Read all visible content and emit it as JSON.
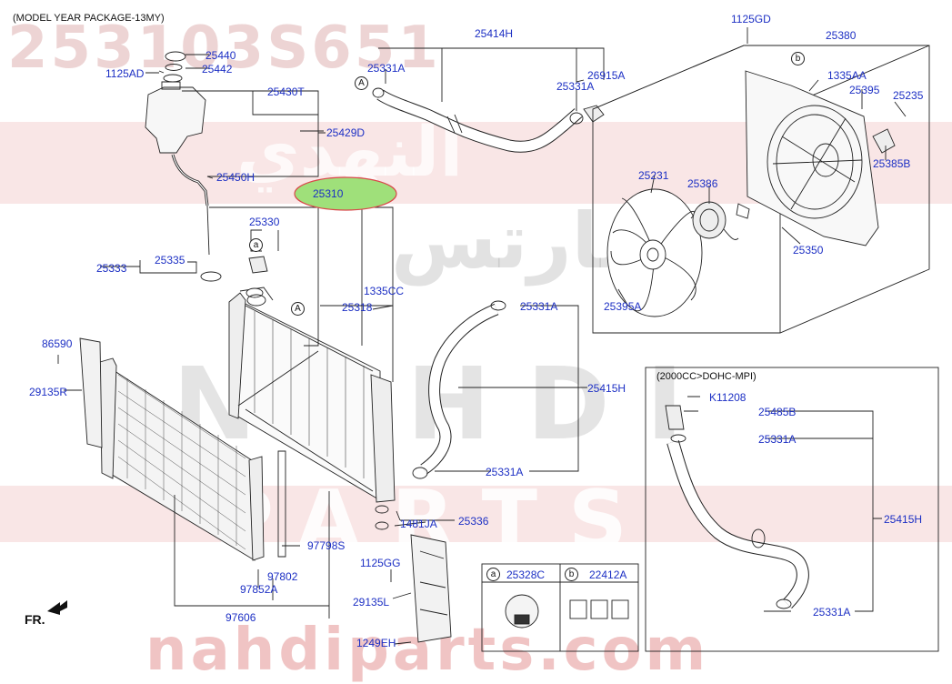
{
  "header": {
    "package_note": "(MODEL YEAR PACKAGE-13MY)"
  },
  "watermark": {
    "part_number": "253103S651",
    "brand_middle": "NAHDI",
    "brand_lower": "PARTS",
    "brand_bottom": "nahdiparts.com",
    "arabic_line1": "النهدي",
    "arabic_line2": "بارتس"
  },
  "fr_label": "FR.",
  "labels": {
    "p25440": "25440",
    "p25442": "25442",
    "p1125AD": "1125AD",
    "p25430T": "25430T",
    "p25429D": "25429D",
    "p25450H": "25450H",
    "p25414H": "25414H",
    "p25331A_1": "25331A",
    "p25331A_2": "25331A",
    "p26915A": "26915A",
    "p1125GD": "1125GD",
    "p25380": "25380",
    "p1335AA": "1335AA",
    "p25395": "25395",
    "p25235": "25235",
    "p25385B": "25385B",
    "p25231": "25231",
    "p25386": "25386",
    "p25350": "25350",
    "p25395A": "25395A",
    "p25310": "25310",
    "p25330": "25330",
    "p25335": "25335",
    "p25333": "25333",
    "p1335CC": "1335CC",
    "p25318": "25318",
    "p25331A_3": "25331A",
    "p25415H_1": "25415H",
    "p25331A_4": "25331A",
    "p86590": "86590",
    "p29135R": "29135R",
    "p25336": "25336",
    "p1481JA": "1481JA",
    "p97798S": "97798S",
    "p1125GG": "1125GG",
    "p97802": "97802",
    "p97852A": "97852A",
    "p29135L": "29135L",
    "p97606": "97606",
    "p1249EH": "1249EH",
    "p25328C": "25328C",
    "p22412A": "22412A",
    "inset_title": "(2000CC>DOHC-MPI)",
    "pK11208": "K11208",
    "p25485B": "25485B",
    "p25331A_5": "25331A",
    "p25415H_2": "25415H",
    "p25331A_6": "25331A"
  },
  "markers": {
    "a": "a",
    "b": "b",
    "A": "A"
  },
  "colors": {
    "part_number_text": "#1c2fc4",
    "highlight_fill": "#9fe07a",
    "highlight_stroke": "#d9474a",
    "watermark_red": "#cd3c3c",
    "line": "#222222"
  }
}
